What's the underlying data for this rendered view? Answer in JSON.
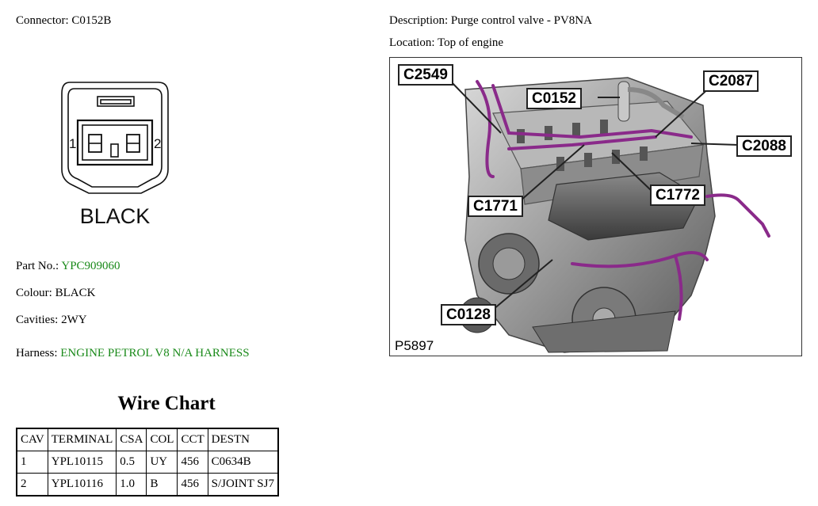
{
  "header": {
    "connector_label": "Connector:",
    "connector_value": "C0152B",
    "description_label": "Description:",
    "description_value": "Purge control valve - PV8NA",
    "location_label": "Location:",
    "location_value": "Top of engine"
  },
  "connector_diagram": {
    "pin_left": "1",
    "pin_right": "2",
    "colour_text": "BLACK"
  },
  "details": {
    "part_no_label": "Part No.:",
    "part_no_value": "YPC909060",
    "colour_label": "Colour:",
    "colour_value": "BLACK",
    "cavities_label": "Cavities:",
    "cavities_value": "2WY",
    "harness_label": "Harness:",
    "harness_value": "ENGINE PETROL V8 N/A HARNESS",
    "link_color": "#1a8a1a"
  },
  "engine_image": {
    "callouts": [
      "C2549",
      "C0152",
      "C2087",
      "C2088",
      "C1772",
      "C1771",
      "C0128"
    ],
    "reference": "P5897",
    "harness_color": "#8a2a8a"
  },
  "wire_chart": {
    "title": "Wire Chart",
    "columns": [
      "CAV",
      "TERMINAL",
      "CSA",
      "COL",
      "CCT",
      "DESTN"
    ],
    "rows": [
      [
        "1",
        "YPL10115",
        "0.5",
        "UY",
        "456",
        "C0634B"
      ],
      [
        "2",
        "YPL10116",
        "1.0",
        "B",
        "456",
        "S/JOINT SJ7"
      ]
    ]
  }
}
